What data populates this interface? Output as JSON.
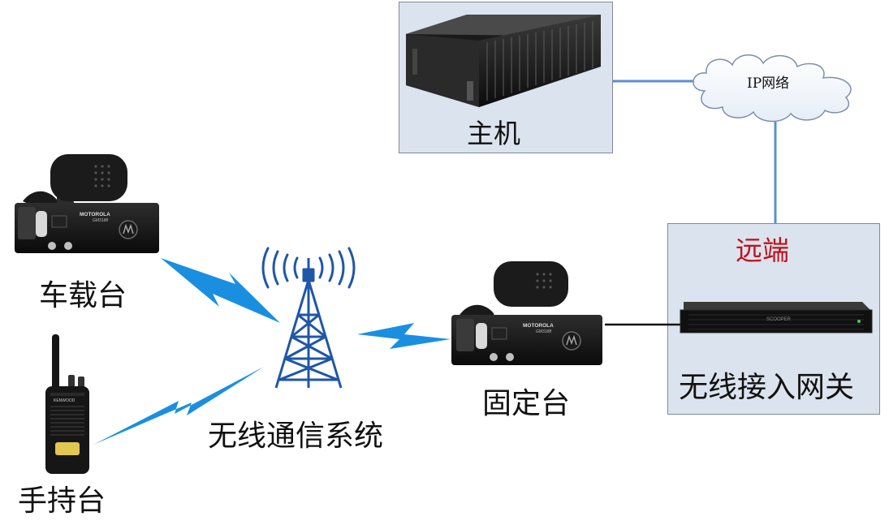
{
  "labels": {
    "host": "主机",
    "ip_network": "IP网络",
    "remote": "远端",
    "gateway": "无线接入网关",
    "vehicle_radio": "车载台",
    "handheld_radio": "手持台",
    "tower": "无线通信系统",
    "fixed_radio": "固定台"
  },
  "device_text": {
    "vehicle_brand": "MOTOROLA",
    "vehicle_model": "GM3188",
    "fixed_brand": "MOTOROLA",
    "fixed_model": "GM3188",
    "handheld_brand": "KENWOOD",
    "gateway_brand": "SCOOPER"
  },
  "colors": {
    "panel_fill": "#dbe3ee",
    "link_blue": "#5b8fd1",
    "wireless_blue": "#1a8fe0",
    "tower_blue": "#1f56a8",
    "remote_red": "#c0101a"
  }
}
